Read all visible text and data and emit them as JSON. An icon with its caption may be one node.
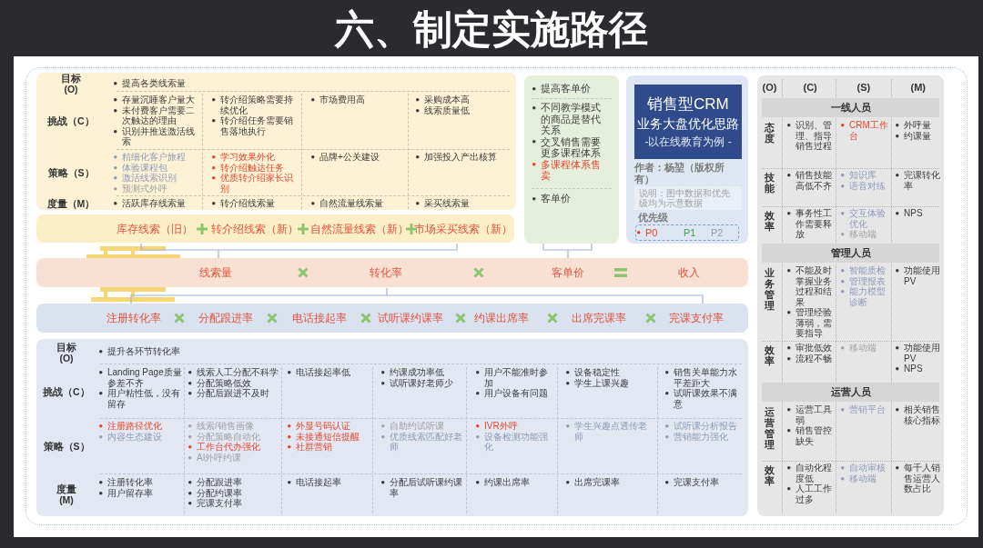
{
  "diagram": {
    "title": "六、制定实施路径",
    "nodes": [
      {
        "text": [
          "目标 (O)",
          "提高各类线索量",
          "挑战（C）",
          "存量沉睡客户量大",
          "未付费客户需要二次触达的理由",
          "识别并推送激活线索",
          "转介绍策略需要持续优化",
          "转介绍任务需要销售落地执行",
          "市场费用高",
          "采购成本高",
          "线索质量低",
          "策略（S）",
          "精细化客户旅程",
          "体验课程包",
          "激活线索识别",
          "预测式外呼",
          "学习效果外化",
          "转介绍触达任务",
          "优质转介绍家长识别",
          "品牌+公关建设",
          "加强投入产出核算",
          "度量（M）",
          "活跃库存线索量",
          "转介绍线索量",
          "自然流量线索量",
          "采买线索量"
        ]
      },
      {
        "text": [
          "提高客单价",
          "不同教学模式的商品是替代关系",
          "交叉销售需要更多课程体系",
          "多课程体系售卖",
          "客单价"
        ]
      },
      {
        "text": [
          "作者：杨堃（版权所有）"
        ]
      },
      {
        "text": [
          "销售型CRM",
          "业务大盘优化思路",
          "-以在线教育为例 -"
        ],
        "in": 2
      },
      {
        "text": [
          "说明：图中数据和优先级均为示意数据"
        ],
        "in": 2
      },
      {
        "text": [
          "库存线索（旧）",
          "转介绍线索（新）",
          "自然流量线索（新）",
          "市场采买线索（新）"
        ]
      },
      {
        "text": [
          "线索量",
          "转化率",
          "客单价",
          "收入"
        ]
      },
      {
        "text": [
          "注册转化率",
          "分配跟进率",
          "电话接起率",
          "试听课约课率",
          "约课出席率",
          "出席完课率",
          "完课支付率"
        ]
      },
      {
        "text": [
          "目标 (O)",
          "提升各环节转化率",
          "挑战（C）",
          "Landing Page质量参差不齐",
          "用户粘性低，没有留存",
          "线索人工分配不科学",
          "分配策略低效",
          "分配后跟进不及时",
          "电话接起率低",
          "约课成功率低",
          "试听课好老师少",
          "用户不能准时参加",
          "用户设备有问题",
          "设备稳定性",
          "学生上课兴趣",
          "销售关单能力水平差距大",
          "试听课效果不满意",
          "策略（S）",
          "注册路径优化",
          "内容生态建设",
          "线索/销售画像",
          "分配策略自动化",
          "工作台代办强化",
          "AI外呼约课",
          "外显号码认证",
          "未接通短信提醒",
          "社群营销",
          "自助约试听课",
          "优质线索匹配好老师",
          "IVR外呼",
          "设备检测功能强化",
          "学生兴趣点透传老师",
          "试听课分析报告",
          "营销能力强化",
          "度量 (M)",
          "注册转化率",
          "用户留存率",
          "分配跟进率",
          "分配约课率",
          "完课支付率",
          "电话接起率",
          "分配后试听课约课率",
          "约课出席率",
          "出席完课率",
          "完课支付率"
        ]
      },
      {
        "text": [
          "(O)",
          "(C)",
          "(S)",
          "(M)",
          "态度",
          "识别、管理、指导销售过程",
          "CRM工作台",
          "外呼量",
          "约课量",
          "技能",
          "销售技能高低不齐",
          "知识库",
          "语音对练",
          "完课转化率",
          "效率",
          "事务性工作需要释放",
          "交互体验优化",
          "移动端",
          "NPS",
          "业务管理",
          "不能及时掌握业务过程和结果",
          "管理经验薄弱，需要指导",
          "智能质检",
          "管理报表",
          "能力模型诊断",
          "功能使用PV",
          "效率",
          "审批低效",
          "流程不畅",
          "移动端",
          "功能使用PV",
          "NPS",
          "运营管理",
          "运营工具弱",
          "销售管控缺失",
          "营销平台",
          "相关销售核心指标",
          "效率",
          "自动化程度低",
          "人工工作过多",
          "自动审核",
          "移动端",
          "每千人销售运营人数占比"
        ]
      },
      {
        "text": [
          "一线人员"
        ],
        "in": 9
      },
      {
        "text": [
          "管理人员"
        ],
        "in": 9
      },
      {
        "text": [
          "运营人员"
        ],
        "in": 9
      }
    ],
    "labels": [
      "优先级"
    ],
    "legend": [
      {
        "text": "P0",
        "color": "#e8452c"
      },
      {
        "text": "P1",
        "color": "#3aa845"
      },
      {
        "text": "P2",
        "color": "#8e9bb8"
      }
    ]
  }
}
